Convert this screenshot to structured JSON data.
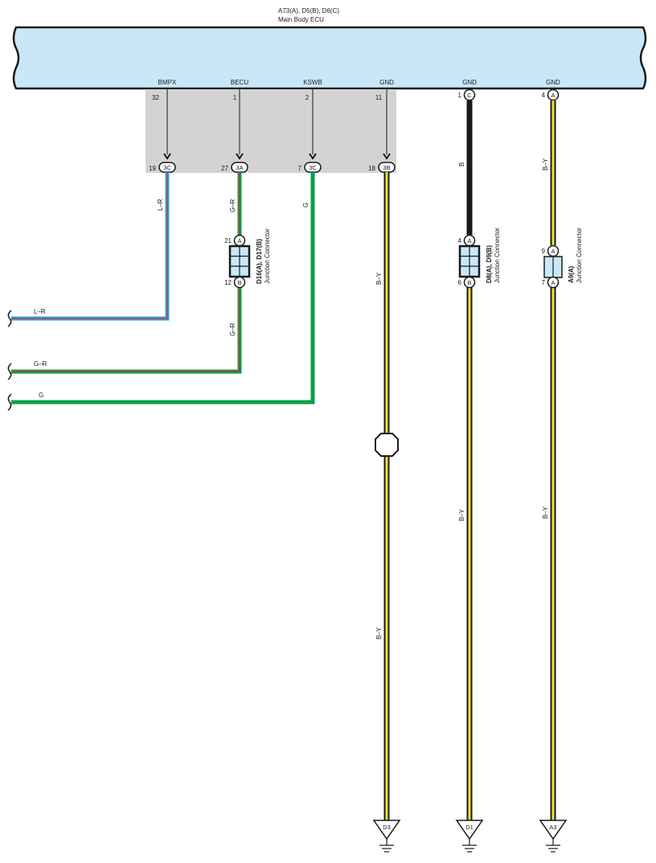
{
  "ecu": {
    "title": "A73(A), D5(B), D6(C)",
    "name": "Main Body ECU",
    "terminals": [
      {
        "label": "BMPX",
        "pin": "32"
      },
      {
        "label": "BECU",
        "pin": "1"
      },
      {
        "label": "KSWB",
        "pin": "2"
      },
      {
        "label": "GND",
        "pin": "11"
      },
      {
        "label": "GND",
        "pin": "1",
        "connector": "C"
      },
      {
        "label": "GND",
        "pin": "4",
        "connector": "A"
      }
    ]
  },
  "inline_connectors": [
    {
      "pin": "19",
      "id": "3C"
    },
    {
      "pin": "27",
      "id": "3A"
    },
    {
      "pin": "7",
      "id": "3C"
    },
    {
      "pin": "18",
      "id": "3B"
    }
  ],
  "wires": {
    "bmpx_color": "L–R",
    "becu_upper_color": "G–R",
    "becu_lower_color": "G–R",
    "kswb_color": "G",
    "gnd1_upper_color": "B–Y",
    "gnd1_lower_color": "B–Y",
    "gnd2_upper_color": "B",
    "gnd2_lower_color": "B–Y",
    "gnd3_upper_color": "B–Y",
    "gnd3_lower_color": "B–Y",
    "left_lr": "L–R",
    "left_gr": "G–R",
    "left_g": "G"
  },
  "junctions": [
    {
      "title": "D16(A), D17(B)",
      "subtitle": "Junction Connector",
      "top_pin": "21",
      "top_conn": "A",
      "bottom_pin": "12",
      "bottom_conn": "B"
    },
    {
      "title": "D8(A), D9(B)",
      "subtitle": "Junction Connector",
      "top_pin": "4",
      "top_conn": "A",
      "bottom_pin": "6",
      "bottom_conn": "B"
    },
    {
      "title": "A9(A)",
      "subtitle": "Junction Connector",
      "top_pin": "9",
      "top_conn": "A",
      "bottom_pin": "7",
      "bottom_conn": "A"
    }
  ],
  "grounds": [
    "D3",
    "D1",
    "A3"
  ],
  "colors": {
    "ecu_fill": "#c8e8fa",
    "shade": "#d3d3d3",
    "blue": "#2aa8e0",
    "red": "#e0262b",
    "green": "#0aa14b",
    "yellow": "#f2e230",
    "black": "#1a1a1a"
  }
}
